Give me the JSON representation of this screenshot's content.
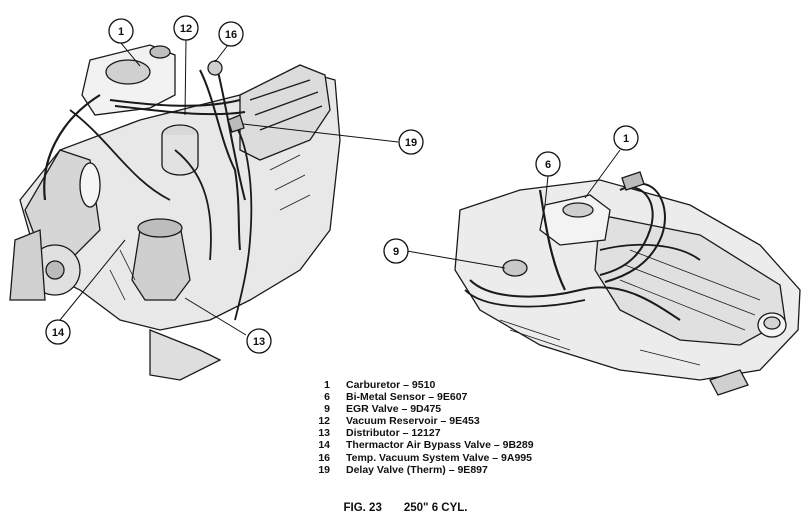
{
  "callouts": {
    "left_1": "1",
    "left_12": "12",
    "left_16": "16",
    "left_19": "19",
    "left_14": "14",
    "left_13": "13",
    "right_6": "6",
    "right_1": "1",
    "right_9": "9"
  },
  "legend": [
    {
      "num": "1",
      "text": "Carburetor – 9510"
    },
    {
      "num": "6",
      "text": "Bi-Metal Sensor – 9E607"
    },
    {
      "num": "9",
      "text": "EGR Valve – 9D475"
    },
    {
      "num": "12",
      "text": "Vacuum Reservoir – 9E453"
    },
    {
      "num": "13",
      "text": "Distributor – 12127"
    },
    {
      "num": "14",
      "text": "Thermactor Air Bypass Valve – 9B289"
    },
    {
      "num": "16",
      "text": "Temp. Vacuum System Valve – 9A995"
    },
    {
      "num": "19",
      "text": "Delay Valve (Therm) – 9E897"
    }
  ],
  "caption": {
    "fig": "FIG. 23",
    "engine": "250\" 6 CYL."
  }
}
